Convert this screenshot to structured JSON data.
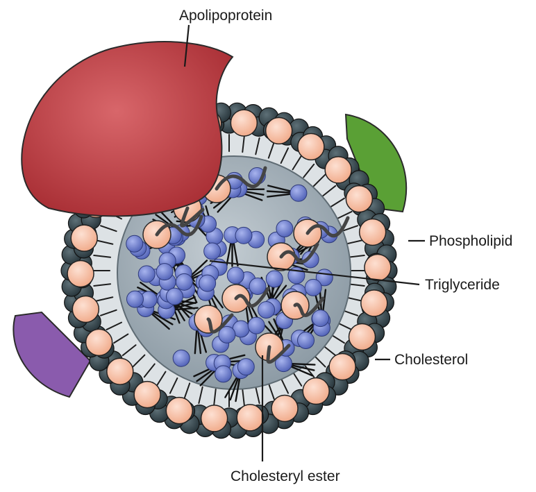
{
  "labels": {
    "apolipoprotein": "Apolipoprotein",
    "phospholipid": "Phospholipid",
    "triglyceride": "Triglyceride",
    "cholesterol": "Cholesterol",
    "cholesteryl_ester": "Cholesteryl ester"
  },
  "colors": {
    "apolipoprotein_red": "#b8393e",
    "apolipoprotein_green": "#5aa035",
    "apolipoprotein_purple": "#8a5bad",
    "phospholipid_head": "#3a4a50",
    "cholesterol": "#f4b89f",
    "triglyceride": "#6577c8",
    "core": "#a7b4bd",
    "shell": "#dde2e5"
  }
}
